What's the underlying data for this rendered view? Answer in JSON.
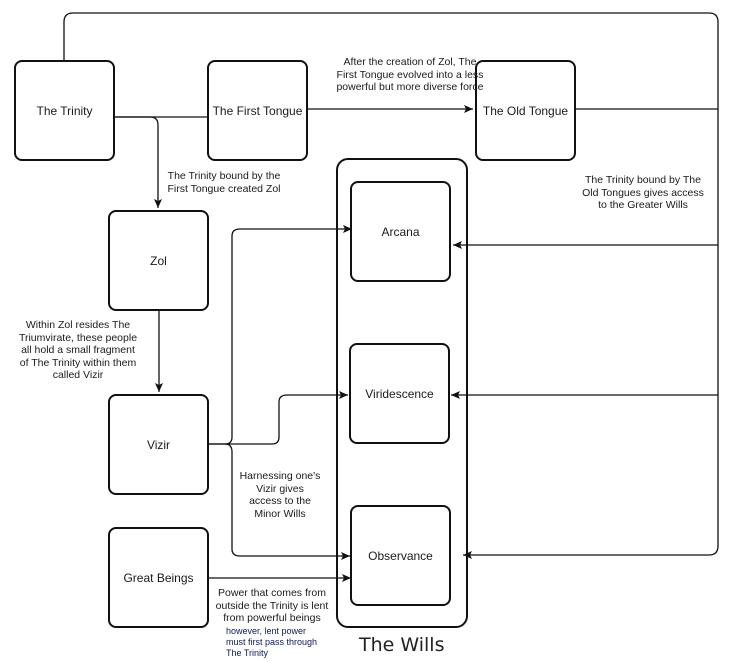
{
  "diagram": {
    "nodes": {
      "trinity": "The Trinity",
      "first_tongue": "The First Tongue",
      "old_tongue": "The Old Tongue",
      "zol": "Zol",
      "vizir": "Vizir",
      "great_beings": "Great Beings",
      "arcana": "Arcana",
      "viridescence": "Viridescence",
      "observance": "Observance"
    },
    "container": {
      "wills_title": "The Wills"
    },
    "labels": {
      "zol_creation_evolution": [
        "After the creation of Zol, The",
        "First Tongue evolved into a less",
        "powerful but more diverse force"
      ],
      "trinity_bound_first": [
        "The Trinity bound by the",
        "First Tongue created Zol"
      ],
      "trinity_bound_old": [
        "The Trinity bound by The",
        "Old Tongues gives access",
        "to the Greater Wills"
      ],
      "within_zol": [
        "Within Zol resides The",
        "Triumvirate, these people",
        "all hold a small fragment",
        "of The Trinity within them",
        "called Vizir"
      ],
      "harnessing_vizir": [
        "Harnessing one's",
        "Vizir gives",
        "access to the",
        "Minor Wills"
      ],
      "power_outside": [
        "Power that comes from",
        "outside the Trinity is lent",
        "from powerful beings"
      ],
      "lent_power_note": [
        "however, lent power",
        "must first pass through",
        "The Trinity"
      ]
    },
    "colors": {
      "stroke": "#111111",
      "note_text": "#0a1a5c"
    }
  }
}
